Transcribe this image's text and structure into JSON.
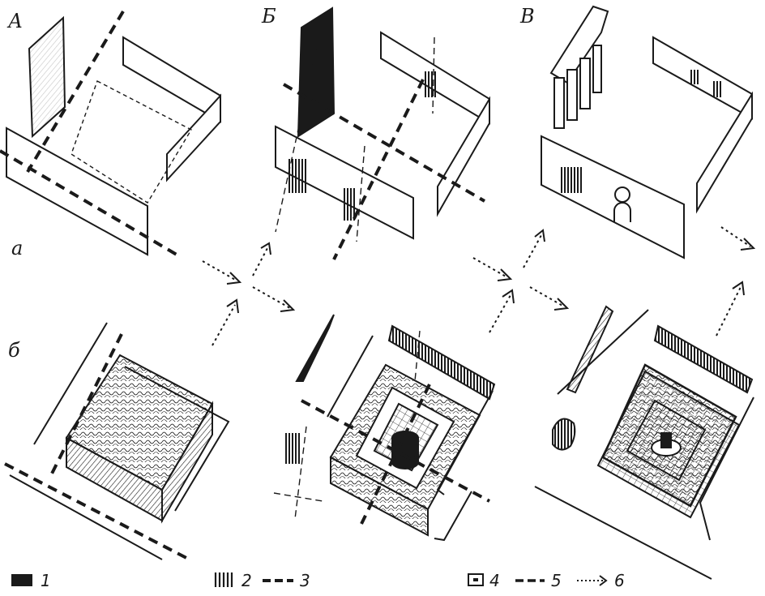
{
  "columns": {
    "a": "А",
    "b": "Б",
    "v": "В"
  },
  "rows": {
    "a": "а",
    "b": "б"
  },
  "legend": {
    "item1": "1",
    "item2": "2",
    "item3": "3",
    "item4": "4",
    "item5": "5",
    "item6": "6"
  },
  "colors": {
    "ink": "#1a1a1a",
    "paper": "#ffffff"
  }
}
